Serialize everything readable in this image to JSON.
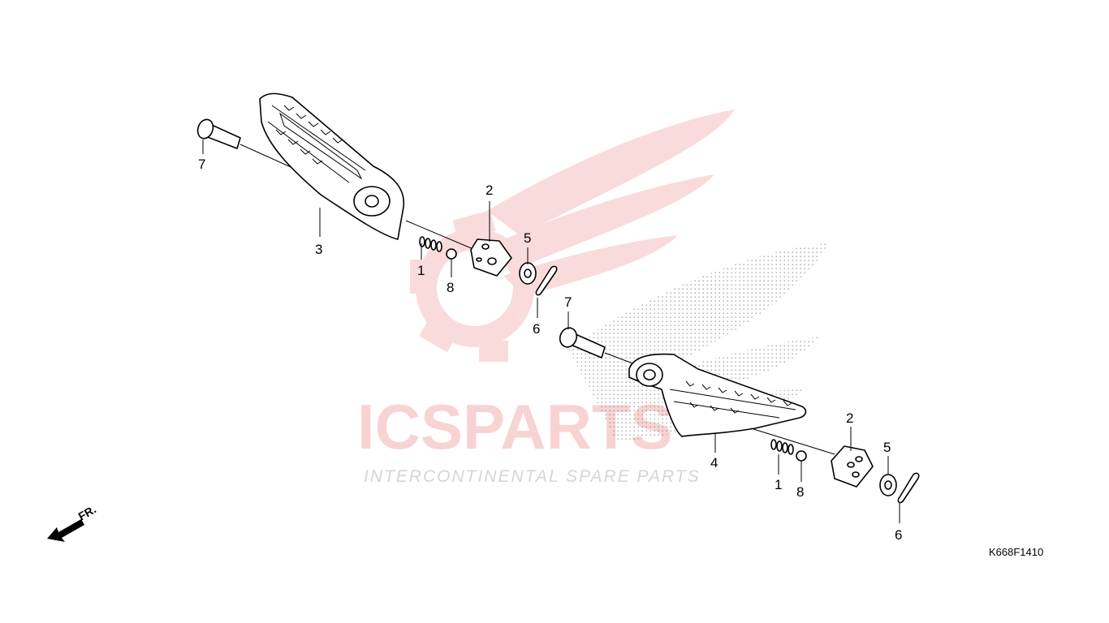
{
  "watermark": {
    "brand": "ICSPARTS",
    "tagline": "INTERCONTINENTAL SPARE PARTS",
    "colors": {
      "red": "#e23b3b",
      "gray": "#8a8a8a",
      "stipple": "#b5b5b5"
    }
  },
  "callouts": {
    "left_7": "7",
    "left_3": "3",
    "left_1": "1",
    "left_8": "8",
    "left_2": "2",
    "left_5": "5",
    "left_6": "6",
    "right_7": "7",
    "right_4": "4",
    "right_1": "1",
    "right_8": "8",
    "right_2": "2",
    "right_5": "5",
    "right_6": "6"
  },
  "direction": {
    "label": "FR.",
    "icon": "front-arrow-icon"
  },
  "diagram_code": "K668F1410"
}
